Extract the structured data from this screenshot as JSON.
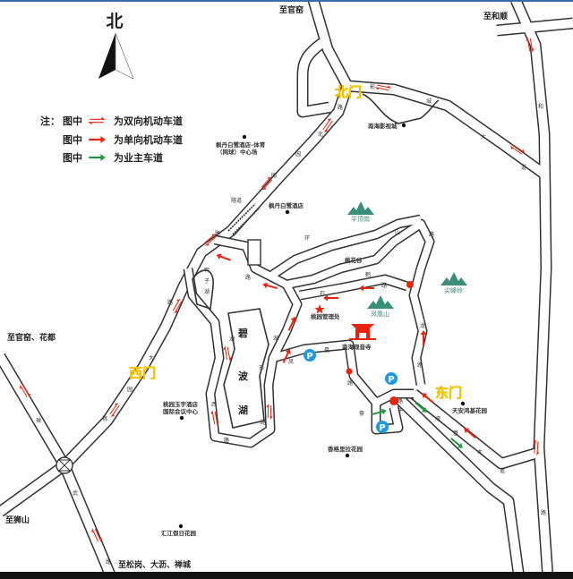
{
  "compass": {
    "label": "北"
  },
  "legend": {
    "prefix": "注：",
    "rows": [
      {
        "prefix": "图中",
        "text": "为双向机动车道",
        "arrow": "two-way",
        "color": "#e8240f"
      },
      {
        "prefix": "图中",
        "text": "为单向机动车道",
        "arrow": "one-way",
        "color": "#e8240f"
      },
      {
        "prefix": "图中",
        "text": "为业主车道",
        "arrow": "owner-lane",
        "color": "#1f9a3d"
      }
    ]
  },
  "gates": {
    "north": "北门",
    "west": "西门",
    "east": "东门"
  },
  "destinations": {
    "guanyao": "至官窑",
    "heshun": "至和顺",
    "guanyao_huadu": "至官窑、花都",
    "shishan": "至狮山",
    "songgang": "至松岗、大沥、禅城"
  },
  "pois": {
    "film_city": "南海影视城",
    "fengdan_sports_1": "枫丹白鹭酒店–体育",
    "fengdan_sports_2": "（网球）中心场",
    "fengdan_hotel": "枫丹白鹭酒店",
    "taohuagu": "桃花谷",
    "management": "桃园管理处",
    "temple": "南海观音寺",
    "yuyu_1": "桃园玉宇酒店",
    "yuyu_2": "国际会议中心",
    "tianan": "天安鸿基花园",
    "shangrila": "香格里拉花园",
    "huijiang": "汇江假日花园"
  },
  "mountains": {
    "pingding": "平顶岗",
    "jianfeng": "尖峰岭",
    "fenghuang": "凤凰山"
  },
  "lakes": {
    "yazi": [
      "鸭",
      "子",
      "湖"
    ],
    "bibo": [
      "碧",
      "波",
      "湖"
    ]
  },
  "roads": {
    "beiyuan": [
      "路",
      "园",
      "北",
      "园",
      "路"
    ],
    "yingcheng": [
      "影",
      "城",
      "大",
      "道"
    ],
    "heshun": [
      "和",
      "路"
    ],
    "taoyuan": [
      "大",
      "园",
      "桃",
      "路"
    ],
    "chan": [
      "禅",
      "武",
      "路"
    ],
    "suidao": "隧道",
    "huan": [
      "环",
      "山",
      "路"
    ],
    "long": [
      "龙",
      "路"
    ],
    "lake": [
      "湖",
      "西",
      "路",
      "东",
      "湖",
      "路",
      "凤",
      "凰",
      "路"
    ],
    "east": [
      "湾",
      "基",
      "大",
      "道",
      "路",
      "子",
      "豪"
    ],
    "inner": [
      "石",
      "路",
      "鹤",
      "路"
    ]
  },
  "parking": "P",
  "colors": {
    "arrow_red": "#e8240f",
    "owner_green": "#1f9a3d",
    "mountain": "#3a8f7b",
    "parking": "#1e9be0"
  }
}
